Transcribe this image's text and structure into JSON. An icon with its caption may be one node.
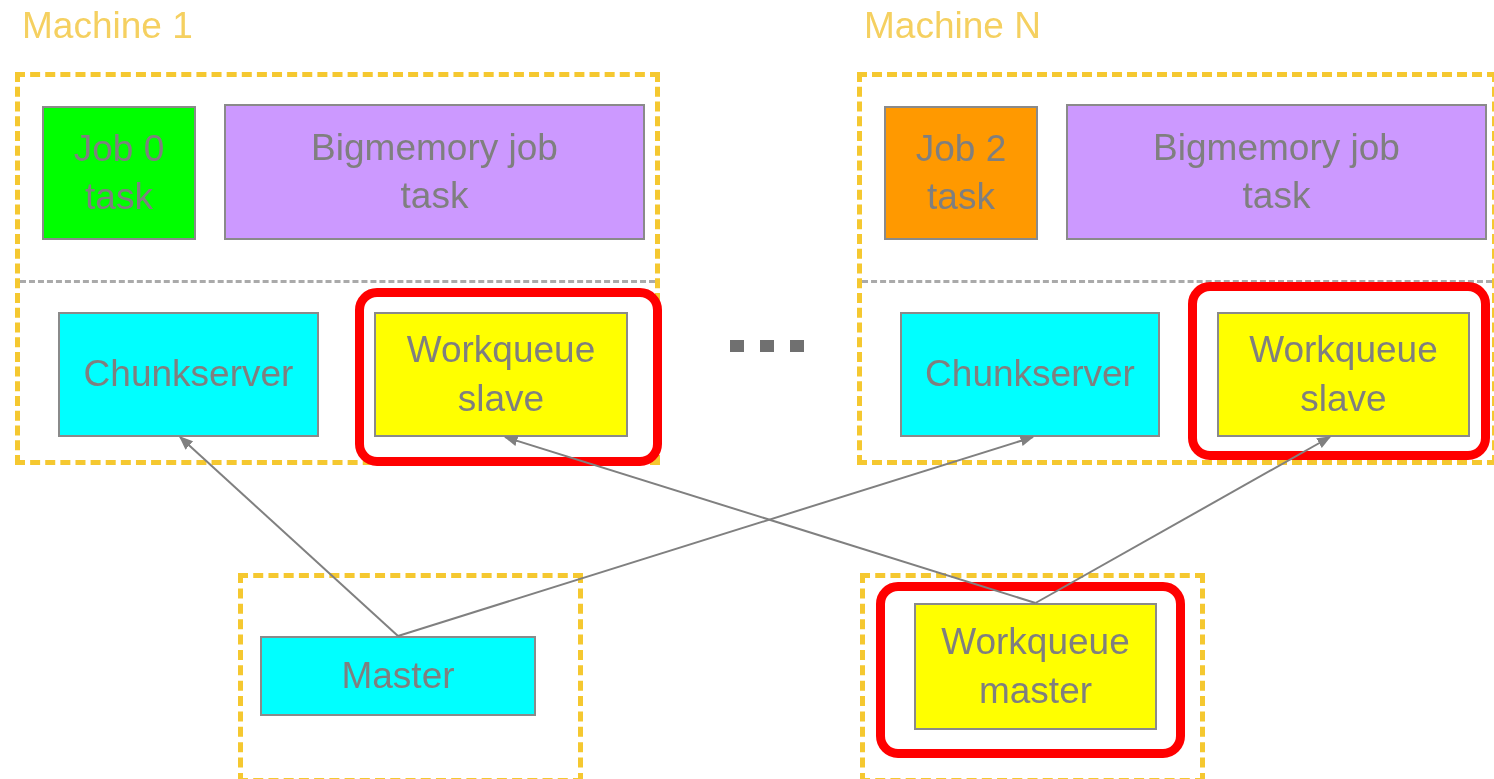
{
  "diagram": {
    "nodes": [
      {
        "text": [
          "Machine 1"
        ]
      },
      {
        "text": [
          "Job 0 task"
        ],
        "in": 0
      },
      {
        "text": [
          "Bigmemory job task"
        ],
        "in": 0
      },
      {
        "text": [
          "Chunkserver"
        ],
        "in": 0
      },
      {
        "text": [],
        "shape": "box",
        "in": 0
      },
      {
        "text": [
          "Workqueue slave"
        ],
        "in": 4
      },
      {
        "text": [
          "Machine N"
        ]
      },
      {
        "text": [
          "Job 2 task"
        ],
        "in": 6
      },
      {
        "text": [
          "Bigmemory job task"
        ],
        "in": 6
      },
      {
        "text": [
          "Chunkserver"
        ],
        "in": 6
      },
      {
        "text": [],
        "shape": "box",
        "in": 6
      },
      {
        "text": [
          "Workqueue slave"
        ],
        "in": 10
      },
      {
        "text": [],
        "shape": "box"
      },
      {
        "text": [
          "Master"
        ],
        "in": 12
      },
      {
        "text": [],
        "shape": "box"
      },
      {
        "text": [],
        "shape": "box",
        "in": 14
      },
      {
        "text": [
          "Workqueue master"
        ],
        "in": 15
      }
    ],
    "edges": [
      {
        "from": 13,
        "to": 3,
        "arrow": "to"
      },
      {
        "from": 13,
        "to": 9,
        "arrow": "to"
      },
      {
        "from": 16,
        "to": 5,
        "arrow": "to"
      },
      {
        "from": 16,
        "to": 11,
        "arrow": "to"
      }
    ]
  }
}
